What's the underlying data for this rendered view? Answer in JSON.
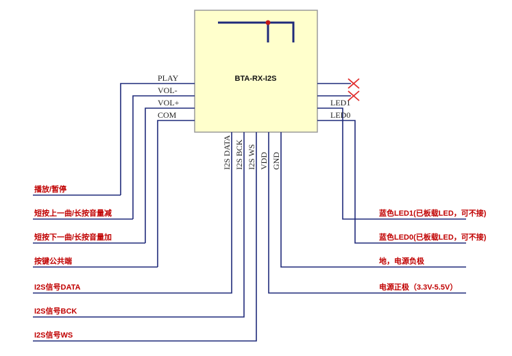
{
  "module": {
    "title": "BTA-RX-I2S"
  },
  "left_pins": [
    "PLAY",
    "VOL-",
    "VOL+",
    "COM"
  ],
  "right_pins": [
    "LED1",
    "LED0"
  ],
  "bottom_pins": [
    "I2S DATA",
    "I2S BCK",
    "I2S WS",
    "VDD",
    "GND"
  ],
  "descriptions": {
    "play": "播放/暂停",
    "vol_minus": "短按上一曲/长按音量减",
    "vol_plus": "短按下一曲/长按音量加",
    "com": "按键公共端",
    "i2s_data": "I2S信号DATA",
    "i2s_bck": "I2S信号BCK",
    "i2s_ws": "I2S信号WS",
    "led1": "蓝色LED1(已板载LED，可不接)",
    "led0": "蓝色LED0(已板载LED，可不接)",
    "gnd": "地，电源负极",
    "vdd": "电源正极（3.3V-5.5V）"
  },
  "colors": {
    "wire": "#1f2a7a",
    "description_text": "#c00000",
    "no_connect": "#e03030",
    "module_fill": "#ffffcc"
  }
}
